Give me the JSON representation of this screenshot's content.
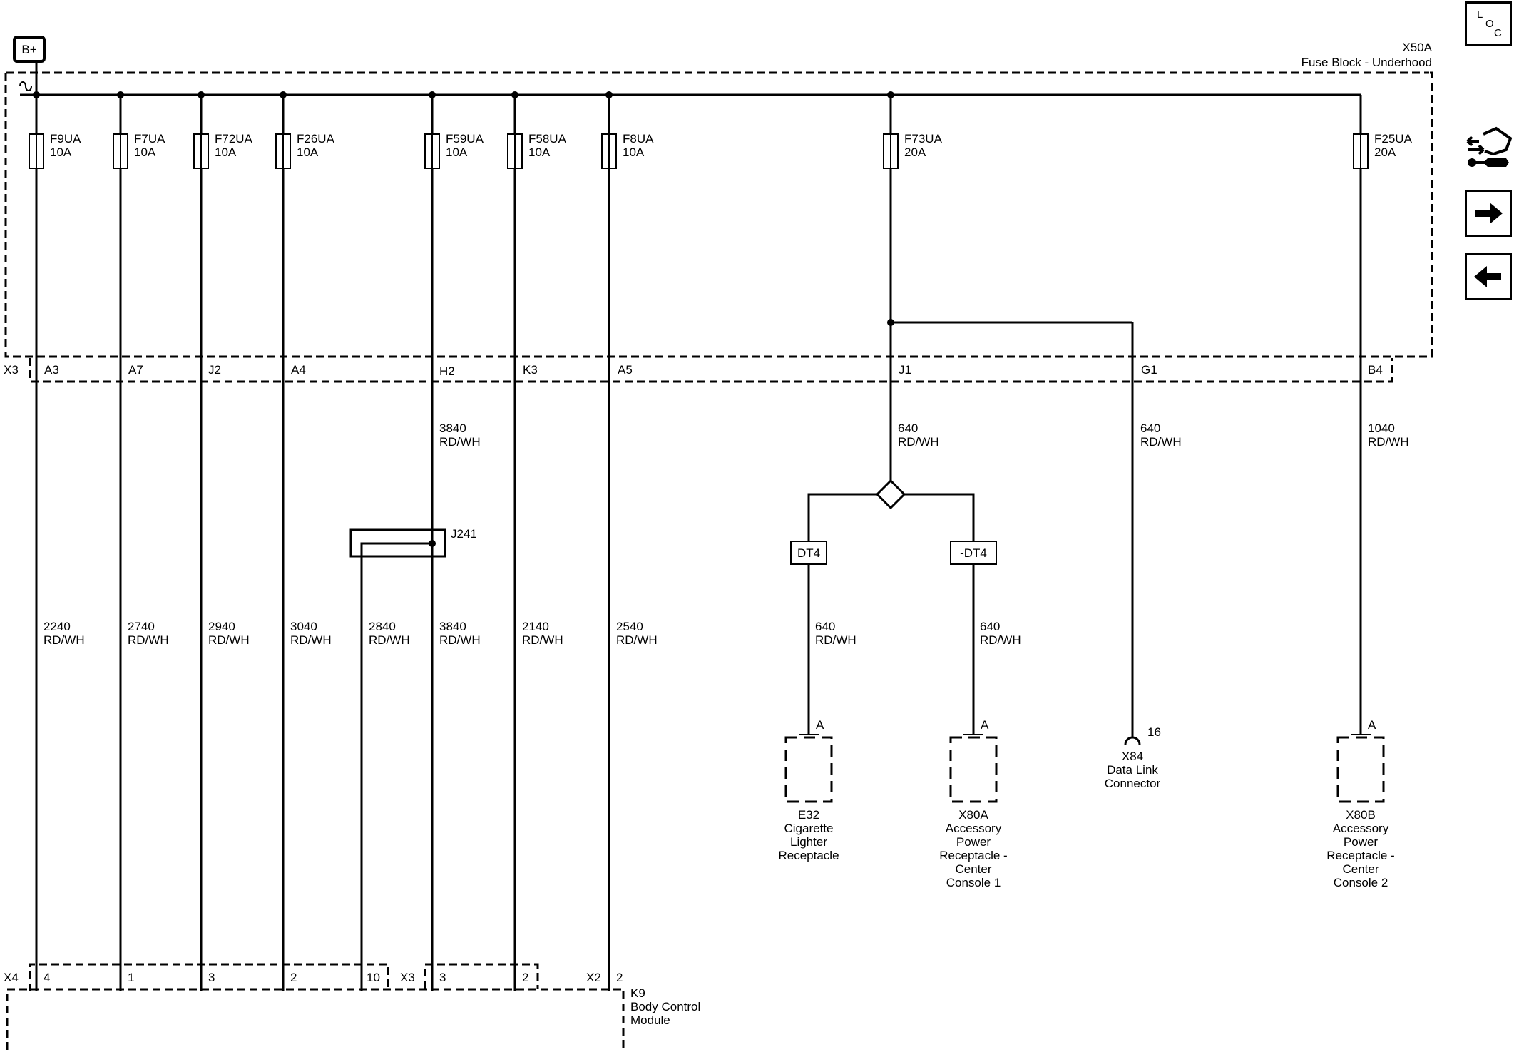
{
  "power": {
    "source": "B+"
  },
  "fuse_block": {
    "id": "X50A",
    "name": "Fuse Block - Underhood",
    "connector": "X3"
  },
  "fuses": [
    {
      "name": "F9UA",
      "rating": "10A",
      "pin": "A3",
      "wire": {
        "circuit": "2240",
        "color": "RD/WH"
      },
      "bcm_pin": "4"
    },
    {
      "name": "F7UA",
      "rating": "10A",
      "pin": "A7",
      "wire": {
        "circuit": "2740",
        "color": "RD/WH"
      },
      "bcm_pin": "1"
    },
    {
      "name": "F72UA",
      "rating": "10A",
      "pin": "J2",
      "wire": {
        "circuit": "2940",
        "color": "RD/WH"
      },
      "bcm_pin": "3"
    },
    {
      "name": "F26UA",
      "rating": "10A",
      "pin": "A4",
      "wire": {
        "circuit": "3040",
        "color": "RD/WH"
      },
      "bcm_pin": "2"
    },
    {
      "name": "F59UA",
      "rating": "10A",
      "pin": "H2",
      "wire": {
        "circuit": "3840",
        "color": "RD/WH"
      },
      "bcm_pin": "3"
    },
    {
      "name": "F58UA",
      "rating": "10A",
      "pin": "K3",
      "wire": {
        "circuit": "2140",
        "color": "RD/WH"
      },
      "bcm_pin": "2"
    },
    {
      "name": "F8UA",
      "rating": "10A",
      "pin": "A5",
      "wire": {
        "circuit": "2540",
        "color": "RD/WH"
      },
      "bcm_pin": "2"
    },
    {
      "name": "F73UA",
      "rating": "20A",
      "pin": "J1",
      "wire": {
        "circuit": "640",
        "color": "RD/WH"
      }
    },
    {
      "name": "F25UA",
      "rating": "20A",
      "pin": "B4",
      "wire": {
        "circuit": "1040",
        "color": "RD/WH"
      }
    }
  ],
  "g1": {
    "pin": "G1",
    "wire": {
      "circuit": "640",
      "color": "RD/WH"
    }
  },
  "splice": {
    "name": "J241",
    "upper_wire": {
      "circuit": "3840",
      "color": "RD/WH"
    },
    "branch_wire": {
      "circuit": "2840",
      "color": "RD/WH"
    },
    "bcm_pin": "10"
  },
  "bcm": {
    "id": "K9",
    "name_line1": "Body Control",
    "name_line2": "Module",
    "conn_x4": "X4",
    "conn_x3": "X3",
    "conn_x2": "X2"
  },
  "branches": {
    "left": {
      "connector": "DT4",
      "wire": {
        "circuit": "640",
        "color": "RD/WH"
      }
    },
    "right": {
      "connector": "-DT4",
      "wire": {
        "circuit": "640",
        "color": "RD/WH"
      }
    }
  },
  "components": {
    "e32": {
      "pin": "A",
      "id": "E32",
      "lines": [
        "Cigarette",
        "Lighter",
        "Receptacle"
      ]
    },
    "x80a": {
      "pin": "A",
      "id": "X80A",
      "lines": [
        "Accessory",
        "Power",
        "Receptacle -",
        "Center",
        "Console 1"
      ]
    },
    "x84": {
      "pin": "16",
      "id": "X84",
      "lines": [
        "Data Link",
        "Connector"
      ]
    },
    "x80b": {
      "pin": "A",
      "id": "X80B",
      "lines": [
        "Accessory",
        "Power",
        "Receptacle -",
        "Center",
        "Console 2"
      ]
    }
  },
  "loc_button": {
    "l": "L",
    "o": "O",
    "c": "C"
  },
  "icons": {
    "loc": "loc-icon",
    "connector_views": "connector-view-icon",
    "next": "arrow-right-icon",
    "previous": "arrow-left-icon"
  }
}
